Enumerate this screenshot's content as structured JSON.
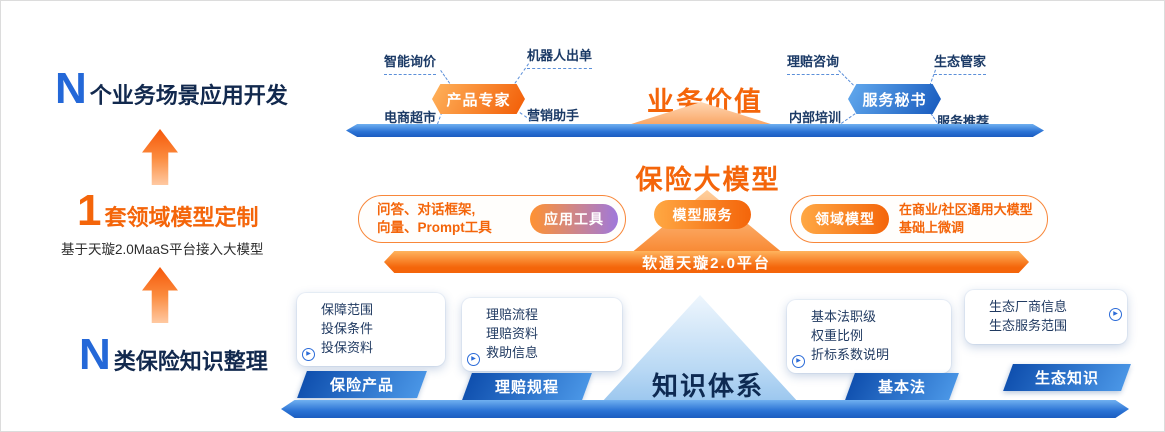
{
  "colors": {
    "accent_orange": "#f4650a",
    "accent_blue": "#2468d8",
    "navy": "#13294b"
  },
  "icons": {
    "play": "▶"
  },
  "left_column": {
    "stage_top": {
      "prefix": "N",
      "label": "个业务场景应用开发"
    },
    "stage_mid": {
      "prefix": "1",
      "label": "套领域模型定制",
      "subtitle": "基于天璇2.0MaaS平台接入大模型"
    },
    "stage_bottom": {
      "prefix": "N",
      "label": "类保险知识整理"
    }
  },
  "business_layer": {
    "title": "业务价值",
    "product_expert": {
      "label": "产品专家",
      "items": [
        "智能询价",
        "机器人出单",
        "电商超市",
        "营销助手"
      ]
    },
    "service_secretary": {
      "label": "服务秘书",
      "items": [
        "理赔咨询",
        "生态管家",
        "内部培训",
        "服务推荐"
      ]
    }
  },
  "model_layer": {
    "title": "保险大模型",
    "app_tools": {
      "line1": "问答、对话框架,",
      "line2": "向量、Prompt工具",
      "badge": "应用工具"
    },
    "model_service": {
      "badge": "模型服务"
    },
    "domain_model": {
      "badge": "领域模型",
      "line1": "在商业/社区通用大模型",
      "line2": "基础上微调"
    },
    "platform_bar": "软通天璇2.0平台"
  },
  "knowledge_layer": {
    "title": "知识体系",
    "groups": [
      {
        "label": "保险产品",
        "items": [
          "保障范围",
          "投保条件",
          "投保资料"
        ]
      },
      {
        "label": "理赔规程",
        "items": [
          "理赔流程",
          "理赔资料",
          "救助信息"
        ]
      },
      {
        "label": "基本法",
        "items": [
          "基本法职级",
          "权重比例",
          "折标系数说明"
        ]
      },
      {
        "label": "生态知识",
        "items": [
          "生态厂商信息",
          "生态服务范围"
        ]
      }
    ]
  }
}
